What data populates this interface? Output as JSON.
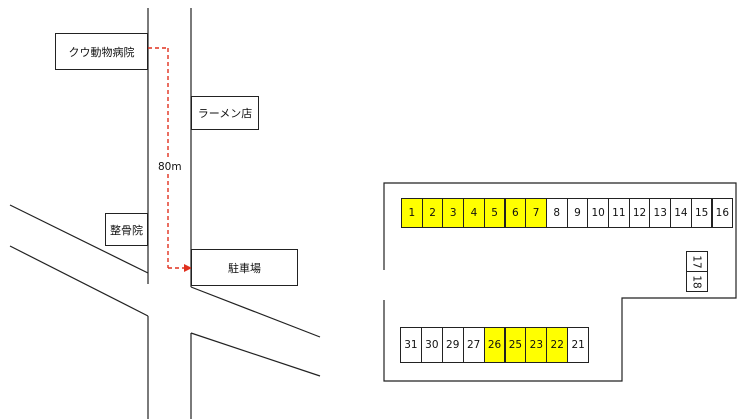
{
  "landmarks": {
    "clinic": "クウ動物病院",
    "ramen": "ラーメン店",
    "bonesetter": "整骨院",
    "parking": "駐車場"
  },
  "route": {
    "distance": "80m",
    "color": "#e0301e"
  },
  "lot": {
    "highlight_color": "#ffff00",
    "top_row": [
      {
        "n": "1",
        "reserved": true
      },
      {
        "n": "2",
        "reserved": true
      },
      {
        "n": "3",
        "reserved": true
      },
      {
        "n": "4",
        "reserved": true
      },
      {
        "n": "5",
        "reserved": true
      },
      {
        "n": "6",
        "reserved": true
      },
      {
        "n": "7",
        "reserved": true
      },
      {
        "n": "8",
        "reserved": false
      },
      {
        "n": "9",
        "reserved": false
      },
      {
        "n": "10",
        "reserved": false
      },
      {
        "n": "11",
        "reserved": false
      },
      {
        "n": "12",
        "reserved": false
      },
      {
        "n": "13",
        "reserved": false
      },
      {
        "n": "14",
        "reserved": false
      },
      {
        "n": "15",
        "reserved": false
      },
      {
        "n": "16",
        "reserved": false
      }
    ],
    "side_column": [
      {
        "n": "17",
        "reserved": false
      },
      {
        "n": "18",
        "reserved": false
      }
    ],
    "bottom_row": [
      {
        "n": "31",
        "reserved": false
      },
      {
        "n": "30",
        "reserved": false
      },
      {
        "n": "29",
        "reserved": false
      },
      {
        "n": "27",
        "reserved": false
      },
      {
        "n": "26",
        "reserved": true
      },
      {
        "n": "25",
        "reserved": true
      },
      {
        "n": "23",
        "reserved": true
      },
      {
        "n": "22",
        "reserved": true
      },
      {
        "n": "21",
        "reserved": false
      }
    ]
  }
}
